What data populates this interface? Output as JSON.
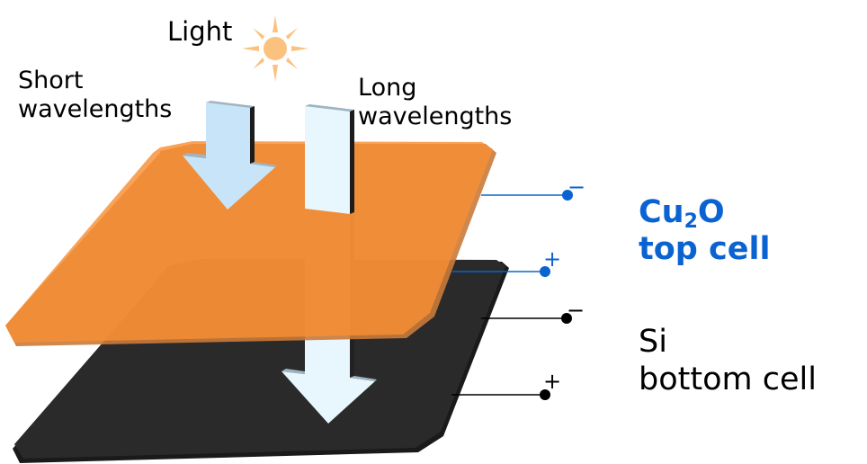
{
  "labels": {
    "light": "Light",
    "short_wavelengths": [
      "Short",
      "wavelengths"
    ],
    "long_wavelengths": [
      "Long",
      "wavelengths"
    ]
  },
  "top_cell": {
    "formula_prefix": "Cu",
    "formula_subscript": "2",
    "formula_suffix": "O",
    "name": "top cell",
    "terminal_negative": "−",
    "terminal_positive": "+",
    "color": "#0b63d1",
    "layer_color": "#f99a4d"
  },
  "bottom_cell": {
    "material": "Si",
    "name": "bottom cell",
    "terminal_negative": "−",
    "terminal_positive": "+",
    "color": "#000000",
    "layer_color": "#2a2a2a"
  },
  "colors": {
    "sun": "#fbc27f",
    "short_arrow": "#c8e4f8",
    "long_arrow": "#e8f6fd"
  }
}
